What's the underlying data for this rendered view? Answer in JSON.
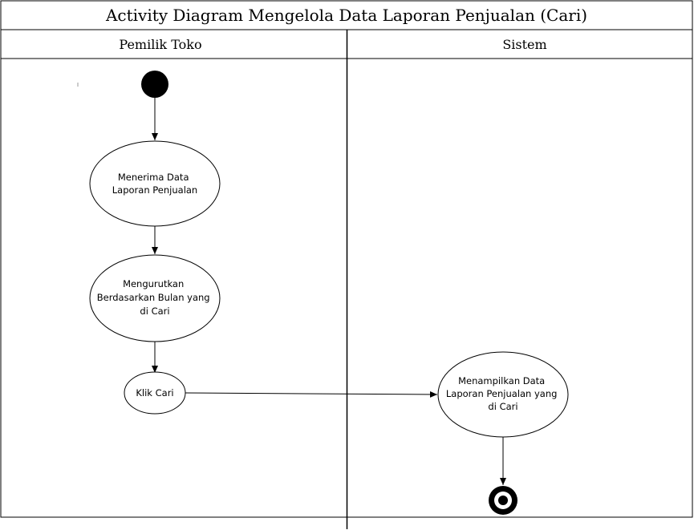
{
  "diagram": {
    "title": "Activity Diagram Mengelola Data Laporan Penjualan (Cari)",
    "lanes": [
      {
        "id": "pemilik",
        "label": "Pemilik Toko"
      },
      {
        "id": "sistem",
        "label": "Sistem"
      }
    ],
    "nodes": [
      {
        "id": "start",
        "type": "initial",
        "lane": "pemilik"
      },
      {
        "id": "a1",
        "type": "action",
        "lane": "pemilik",
        "lines": [
          "Menerima Data",
          "Laporan Penjualan"
        ]
      },
      {
        "id": "a2",
        "type": "action",
        "lane": "pemilik",
        "lines": [
          "Mengurutkan",
          "Berdasarkan Bulan yang",
          "di Cari"
        ]
      },
      {
        "id": "a3",
        "type": "action",
        "lane": "pemilik",
        "lines": [
          "Klik Cari"
        ]
      },
      {
        "id": "a4",
        "type": "action",
        "lane": "sistem",
        "lines": [
          "Menampilkan Data",
          "Laporan Penjualan yang",
          "di Cari"
        ]
      },
      {
        "id": "end",
        "type": "final",
        "lane": "sistem"
      }
    ],
    "edges": [
      {
        "from": "start",
        "to": "a1"
      },
      {
        "from": "a1",
        "to": "a2"
      },
      {
        "from": "a2",
        "to": "a3"
      },
      {
        "from": "a3",
        "to": "a4"
      },
      {
        "from": "a4",
        "to": "end"
      }
    ]
  }
}
